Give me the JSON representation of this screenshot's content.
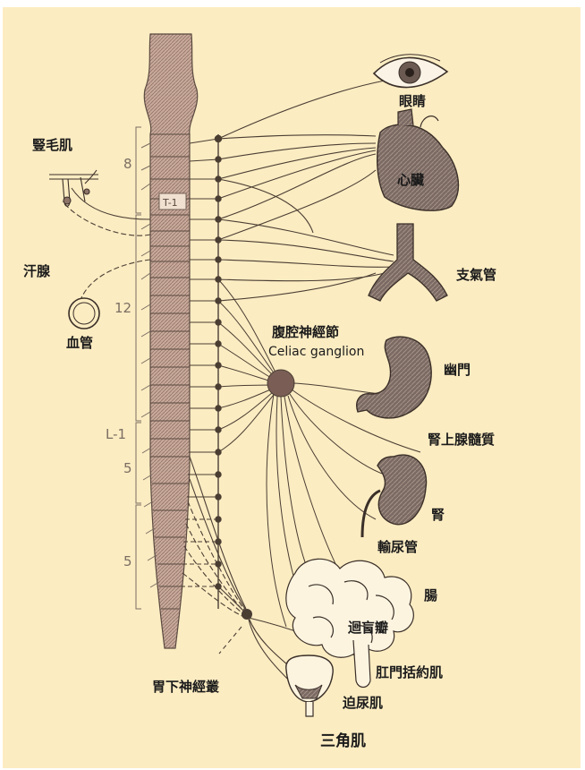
{
  "colors": {
    "page_background": "#ffffff",
    "panel_background": "#fcecc2",
    "ink": "#4a3e33",
    "spine_fill": "#c9a99a",
    "organ_fill": "#7a6a63",
    "label_text": "#1a1a1a"
  },
  "labels": {
    "eye": "眼睛",
    "arrector_pili": "豎毛肌",
    "heart": "心臟",
    "bronchi": "支氣管",
    "sweat_gland": "汗腺",
    "blood_vessel": "血管",
    "celiac_ganglion_zh": "腹腔神經節",
    "celiac_ganglion_en": "Celiac ganglion",
    "pylorus": "幽門",
    "adrenal_medulla": "腎上腺髓質",
    "kidney": "腎",
    "ureter": "輸尿管",
    "intestine": "腸",
    "ileocecal_valve": "迴盲瓣",
    "hypogastric_plexus": "胃下神經叢",
    "anal_sphincter": "肛門括約肌",
    "urethral_sphincter": "迫尿肌",
    "trigone": "三角肌"
  },
  "spine_markers": {
    "c8": "8",
    "t1": "T-1",
    "t12": "12",
    "l1": "L-1",
    "l5": "5",
    "s5": "5"
  },
  "icons": [
    "eye-icon",
    "heart-icon",
    "bronchi-icon",
    "stomach-icon",
    "kidney-icon",
    "intestine-icon",
    "bladder-icon",
    "blood-vessel-icon",
    "hair-follicle-icon"
  ]
}
